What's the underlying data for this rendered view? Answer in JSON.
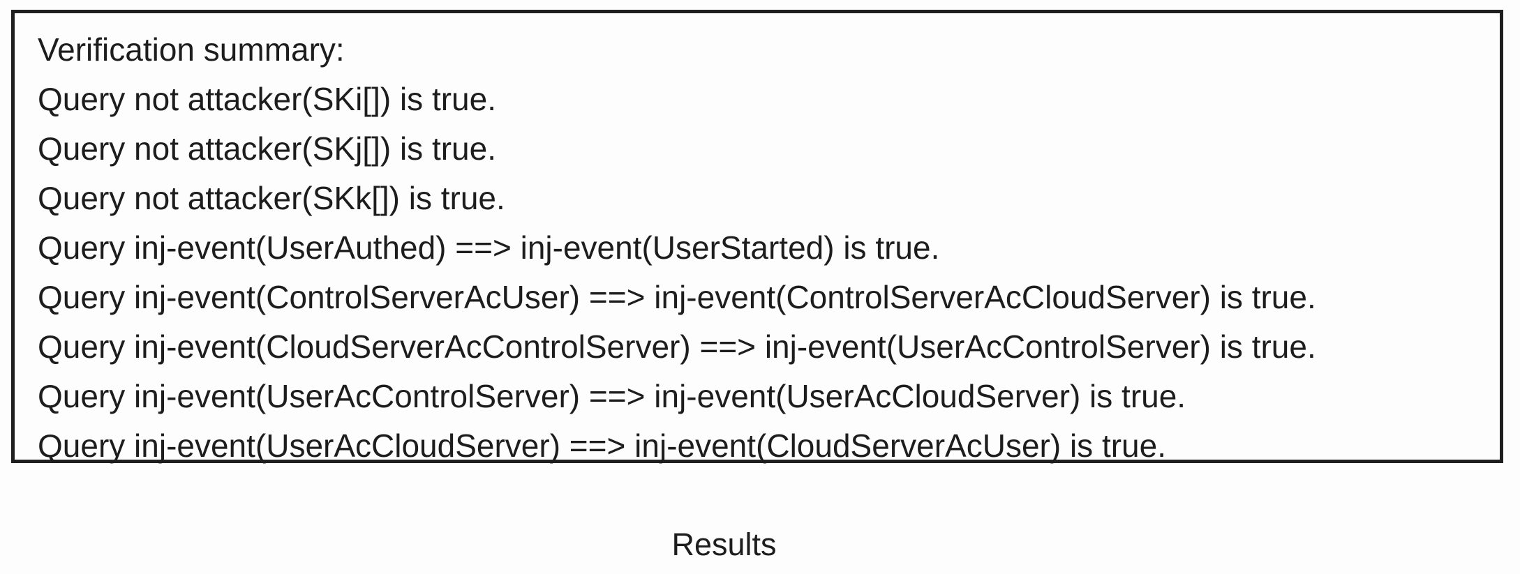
{
  "figure": {
    "verification_box": {
      "lines": [
        "Verification summary:",
        "Query not attacker(SKi[]) is true.",
        "Query not attacker(SKj[]) is true.",
        "Query not attacker(SKk[]) is true.",
        "Query inj-event(UserAuthed) ==> inj-event(UserStarted) is true.",
        "Query inj-event(ControlServerAcUser) ==> inj-event(ControlServerAcCloudServer) is true.",
        "Query inj-event(CloudServerAcControlServer) ==> inj-event(UserAcControlServer) is true.",
        "Query inj-event(UserAcControlServer) ==> inj-event(UserAcCloudServer) is true.",
        "Query inj-event(UserAcCloudServer) ==> inj-event(CloudServerAcUser) is true."
      ]
    },
    "caption": "Results"
  },
  "colors": {
    "border": "#1f1f1f",
    "text": "#1d1d1d",
    "background": "#fdfdfd"
  }
}
